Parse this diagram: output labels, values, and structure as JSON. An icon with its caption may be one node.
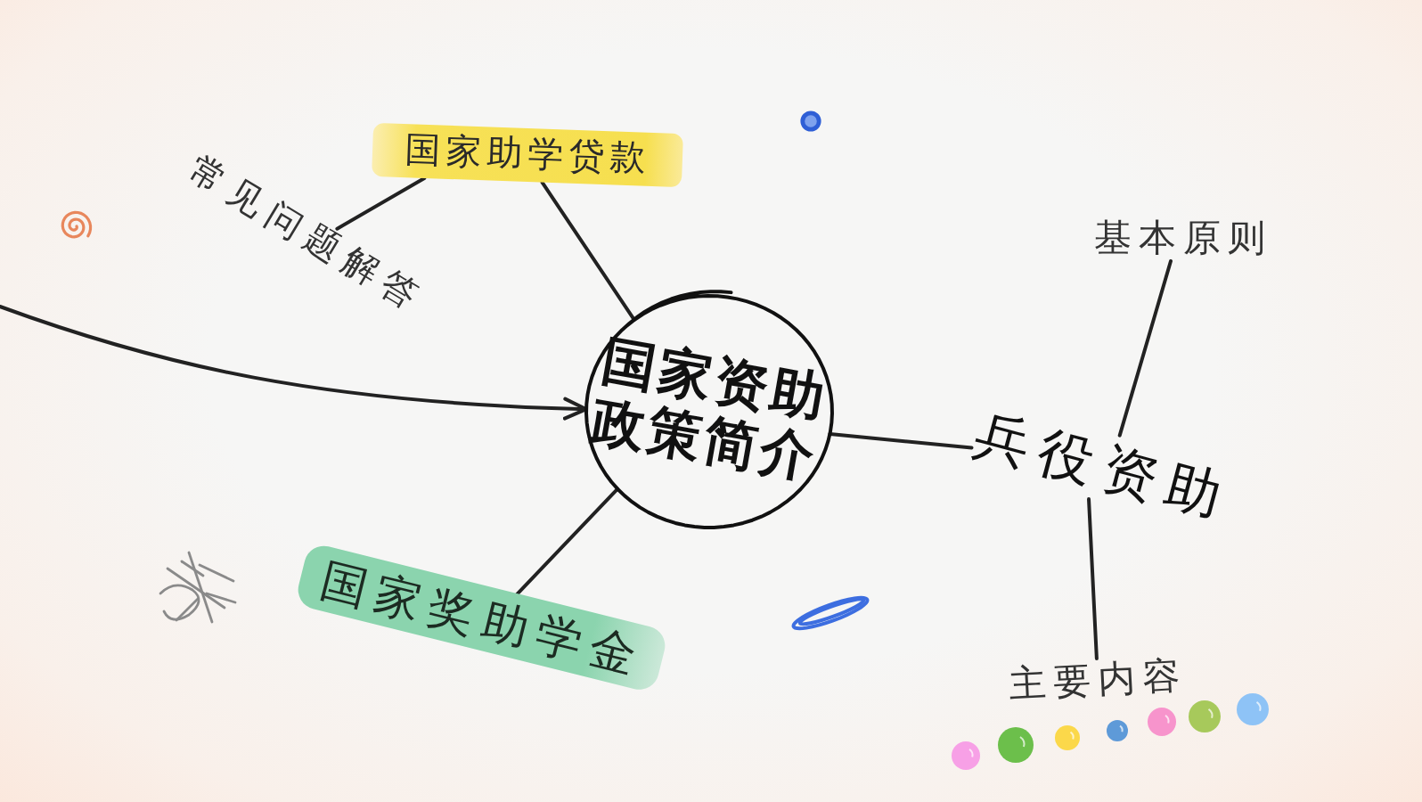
{
  "diagram": {
    "nodes": [
      {
        "text": [
          "国家资助政策简介"
        ]
      },
      {
        "text": [
          "国家助学贷款"
        ]
      },
      {
        "text": [
          "常见问题解答"
        ]
      },
      {
        "text": [
          "国家奖助学金"
        ]
      },
      {
        "text": [
          "兵役资助"
        ]
      },
      {
        "text": [
          "基本原则"
        ]
      },
      {
        "text": [
          "主要内容"
        ]
      }
    ],
    "edges": [
      {
        "from": null,
        "to": 0,
        "arrow": "to"
      },
      {
        "from": 1,
        "to": 0,
        "arrow": "none"
      },
      {
        "from": 1,
        "to": 2,
        "arrow": "none"
      },
      {
        "from": 0,
        "to": 3,
        "arrow": "none"
      },
      {
        "from": 0,
        "to": 4,
        "arrow": "none"
      },
      {
        "from": 4,
        "to": 5,
        "arrow": "none"
      },
      {
        "from": 4,
        "to": 6,
        "arrow": "none"
      }
    ]
  }
}
